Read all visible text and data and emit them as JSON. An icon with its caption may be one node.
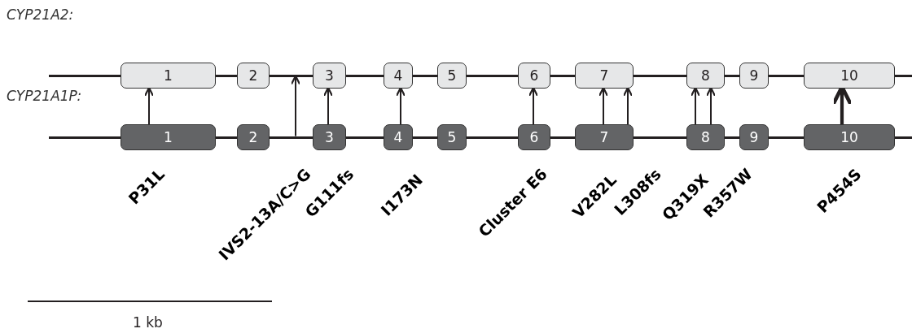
{
  "diagram": {
    "nodes": [
      {
        "text": [],
        "shape": "bar"
      },
      {
        "text": [
          "1"
        ],
        "in": 0
      },
      {
        "text": [
          "2"
        ],
        "in": 0
      },
      {
        "text": [
          "3"
        ],
        "in": 0
      },
      {
        "text": [
          "4"
        ],
        "in": 0
      },
      {
        "text": [
          "5"
        ],
        "in": 0
      },
      {
        "text": [
          "6"
        ],
        "in": 0
      },
      {
        "text": [
          "7"
        ],
        "in": 0
      },
      {
        "text": [
          "8"
        ],
        "in": 0
      },
      {
        "text": [
          "9"
        ],
        "in": 0
      },
      {
        "text": [
          "10"
        ],
        "in": 0
      },
      {
        "text": [],
        "shape": "bar"
      },
      {
        "text": [
          "1"
        ],
        "in": 11
      },
      {
        "text": [
          "2"
        ],
        "in": 11
      },
      {
        "text": [
          "3"
        ],
        "in": 11
      },
      {
        "text": [
          "4"
        ],
        "in": 11
      },
      {
        "text": [
          "5"
        ],
        "in": 11
      },
      {
        "text": [
          "6"
        ],
        "in": 11
      },
      {
        "text": [
          "7"
        ],
        "in": 11
      },
      {
        "text": [
          "8"
        ],
        "in": 11
      },
      {
        "text": [
          "9"
        ],
        "in": 11
      },
      {
        "text": [
          "10"
        ],
        "in": 11
      }
    ],
    "edges": [
      {
        "from": 12,
        "to": 1,
        "arrow": "to"
      },
      {
        "from": 11,
        "to": 0,
        "arrow": "to"
      },
      {
        "from": 14,
        "to": 3,
        "arrow": "to"
      },
      {
        "from": 15,
        "to": 4,
        "arrow": "to"
      },
      {
        "from": 17,
        "to": 6,
        "arrow": "to"
      },
      {
        "from": 18,
        "to": 7,
        "arrow": "to"
      },
      {
        "from": 18,
        "to": 7,
        "arrow": "to"
      },
      {
        "from": 19,
        "to": 8,
        "arrow": "to"
      },
      {
        "from": 19,
        "to": 8,
        "arrow": "to"
      },
      {
        "from": 21,
        "to": 10,
        "arrow": "to",
        "style": "thick"
      }
    ],
    "labels": [
      "CYP21A2:",
      "CYP21A1P:",
      "P31L",
      "IVS2-13A/C>G",
      "G111fs",
      "I173N",
      "Cluster E6",
      "V282L",
      "L308fs",
      "Q319X",
      "R357W",
      "P454S",
      "1 kb"
    ]
  }
}
